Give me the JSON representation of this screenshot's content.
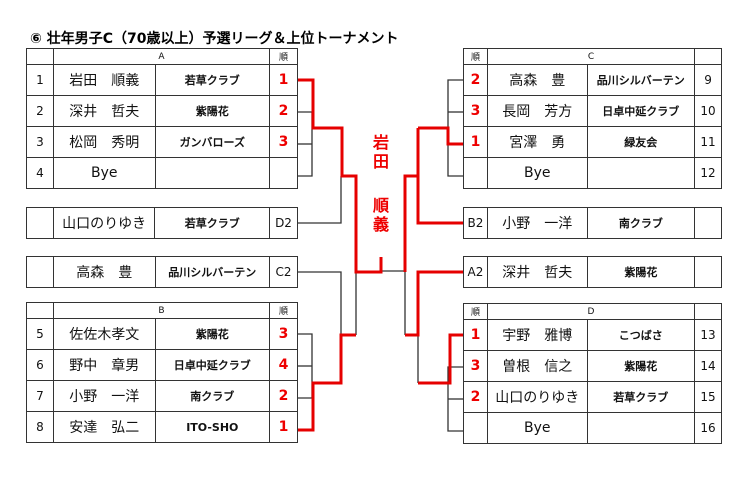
{
  "title": "⑥ 壮年男子C（70歳以上）予選リーグ＆上位トーナメント",
  "rank_header": "順",
  "winner": {
    "line1": "岩田",
    "line2": "順義"
  },
  "groupA": {
    "label": "A",
    "rows": [
      {
        "num": "1",
        "name": "岩田　順義",
        "club": "若草クラブ",
        "rank": "1"
      },
      {
        "num": "2",
        "name": "深井　哲夫",
        "club": "紫陽花",
        "rank": "2"
      },
      {
        "num": "3",
        "name": "松岡　秀明",
        "club": "ガンバローズ",
        "rank": "3"
      },
      {
        "num": "4",
        "name": "Bye",
        "club": "",
        "rank": ""
      }
    ]
  },
  "seedD2": {
    "name": "山口のりゆき",
    "club": "若草クラブ",
    "tag": "D2"
  },
  "seedC2": {
    "name": "高森　豊",
    "club": "品川シルバーテン",
    "tag": "C2"
  },
  "groupB": {
    "label": "B",
    "rows": [
      {
        "num": "5",
        "name": "佐佐木孝文",
        "club": "紫陽花",
        "rank": "3"
      },
      {
        "num": "6",
        "name": "野中　章男",
        "club": "日卓中延クラブ",
        "rank": "4"
      },
      {
        "num": "7",
        "name": "小野　一洋",
        "club": "南クラブ",
        "rank": "2"
      },
      {
        "num": "8",
        "name": "安達　弘二",
        "club": "ITO-SHO",
        "rank": "1"
      }
    ]
  },
  "groupC": {
    "label": "C",
    "rows": [
      {
        "num": "9",
        "name": "高森　豊",
        "club": "品川シルバーテン",
        "rank": "2"
      },
      {
        "num": "10",
        "name": "長岡　芳方",
        "club": "日卓中延クラブ",
        "rank": "3"
      },
      {
        "num": "11",
        "name": "宮澤　勇",
        "club": "緑友会",
        "rank": "1"
      },
      {
        "num": "12",
        "name": "Bye",
        "club": "",
        "rank": ""
      }
    ]
  },
  "seedB2": {
    "name": "小野　一洋",
    "club": "南クラブ",
    "tag": "B2"
  },
  "seedA2": {
    "name": "深井　哲夫",
    "club": "紫陽花",
    "tag": "A2"
  },
  "groupD": {
    "label": "D",
    "rows": [
      {
        "num": "13",
        "name": "宇野　雅博",
        "club": "こつばさ",
        "rank": "1"
      },
      {
        "num": "14",
        "name": "曽根　信之",
        "club": "紫陽花",
        "rank": "3"
      },
      {
        "num": "15",
        "name": "山口のりゆき",
        "club": "若草クラブ",
        "rank": "2"
      },
      {
        "num": "16",
        "name": "Bye",
        "club": "",
        "rank": ""
      }
    ]
  },
  "colors": {
    "advance": "#e60000",
    "line": "#333333"
  }
}
